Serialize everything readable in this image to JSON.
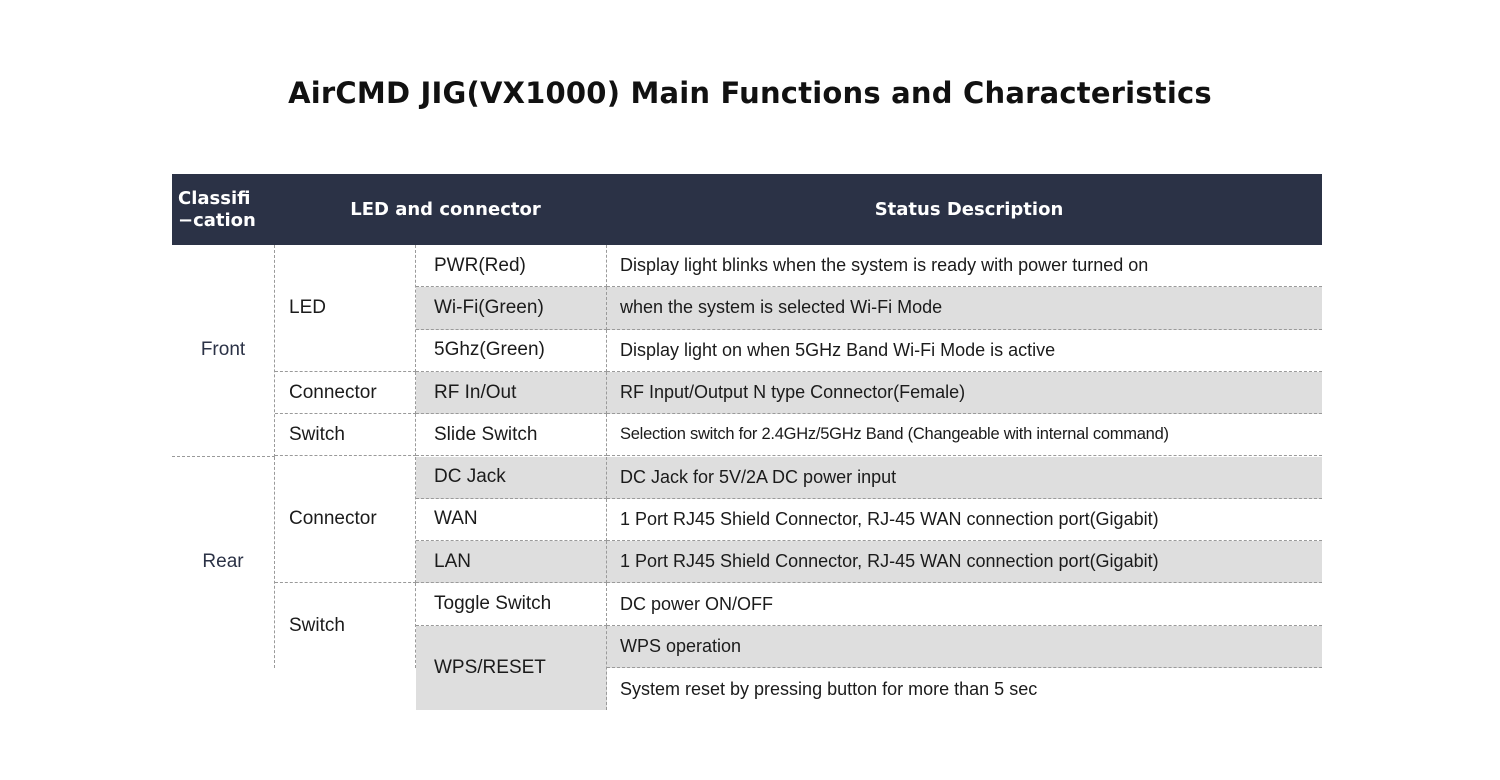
{
  "title": "AirCMD JIG(VX1000) Main Functions and Characteristics",
  "colors": {
    "header_bg": "#2b3246",
    "header_text": "#ffffff",
    "shaded_row": "#dedede",
    "body_text": "#1b1b1b",
    "accent_text": "#2b3246",
    "grid_dashed": "#9a9a9a",
    "page_bg": "#ffffff"
  },
  "table": {
    "headers": {
      "classification": "Classifi\n−cation",
      "led_and_connector": "LED and connector",
      "status_description": "Status Description"
    },
    "sections": [
      {
        "classification": "Front",
        "groups": [
          {
            "name": "LED",
            "items": [
              {
                "item": "PWR(Red)",
                "desc": "Display light blinks when the system is ready with power turned on",
                "shaded": false
              },
              {
                "item": "Wi-Fi(Green)",
                "desc": "when the system is selected Wi-Fi Mode",
                "shaded": true
              },
              {
                "item": "5Ghz(Green)",
                "desc": "Display light on when 5GHz Band Wi-Fi Mode is active",
                "shaded": false
              }
            ]
          },
          {
            "name": "Connector",
            "items": [
              {
                "item": "RF In/Out",
                "desc": "RF Input/Output N type Connector(Female)",
                "shaded": true
              }
            ]
          },
          {
            "name": "Switch",
            "items": [
              {
                "item": "Slide Switch",
                "desc": "Selection switch for 2.4GHz/5GHz Band (Changeable with internal command)",
                "shaded": false,
                "small": true
              }
            ]
          }
        ]
      },
      {
        "classification": "Rear",
        "groups": [
          {
            "name": "Connector",
            "items": [
              {
                "item": "DC Jack",
                "desc": "DC Jack for 5V/2A DC power input",
                "shaded": true
              },
              {
                "item": "WAN",
                "desc": "1 Port RJ45 Shield Connector, RJ-45 WAN connection port(Gigabit)",
                "shaded": false
              },
              {
                "item": "LAN",
                "desc": "1 Port RJ45 Shield Connector, RJ-45 WAN connection port(Gigabit)",
                "shaded": true
              }
            ]
          },
          {
            "name": "Switch",
            "items": [
              {
                "item": "Toggle Switch",
                "desc": "DC power ON/OFF",
                "shaded": false
              },
              {
                "item": "WPS/RESET",
                "shaded": true,
                "rowspan": 2,
                "descs": [
                  {
                    "desc": "WPS operation",
                    "shaded": true
                  },
                  {
                    "desc": "System reset by pressing button for more than 5 sec",
                    "shaded": false
                  }
                ]
              }
            ]
          }
        ]
      }
    ]
  }
}
